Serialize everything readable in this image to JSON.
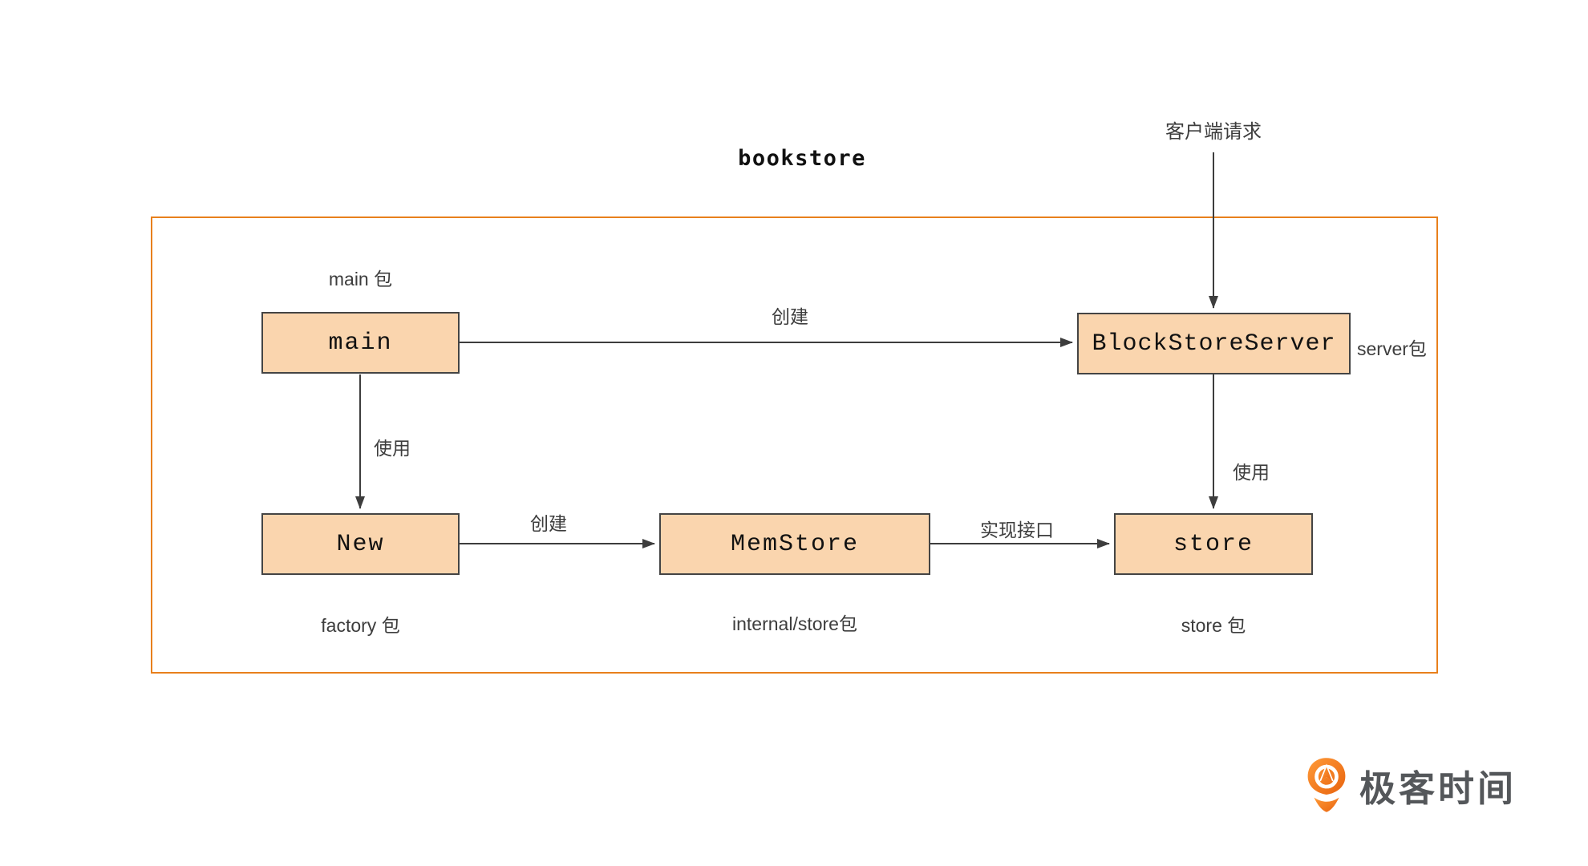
{
  "diagram": {
    "title": "bookstore",
    "client_request_label": "客户端请求",
    "nodes": {
      "main": {
        "label": "main",
        "package": "main 包"
      },
      "block_store_server": {
        "label": "BlockStoreServer",
        "package": "server包"
      },
      "new": {
        "label": "New",
        "package": "factory 包"
      },
      "mem_store": {
        "label": "MemStore",
        "package": "internal/store包"
      },
      "store": {
        "label": "store",
        "package": "store 包"
      }
    },
    "edges": {
      "main_to_server": "创建",
      "main_to_new": "使用",
      "new_to_memstore": "创建",
      "memstore_to_store": "实现接口",
      "server_to_store": "使用"
    }
  },
  "brand": {
    "name": "极客时间"
  },
  "colors": {
    "node_fill": "#FAD5AE",
    "node_border": "#444444",
    "container_border": "#E8801C",
    "arrow": "#3D3D3D",
    "label_text": "#3D3D3D",
    "node_text": "#111111",
    "brand_orange": "#ED6C11",
    "brand_text": "#54575A"
  }
}
